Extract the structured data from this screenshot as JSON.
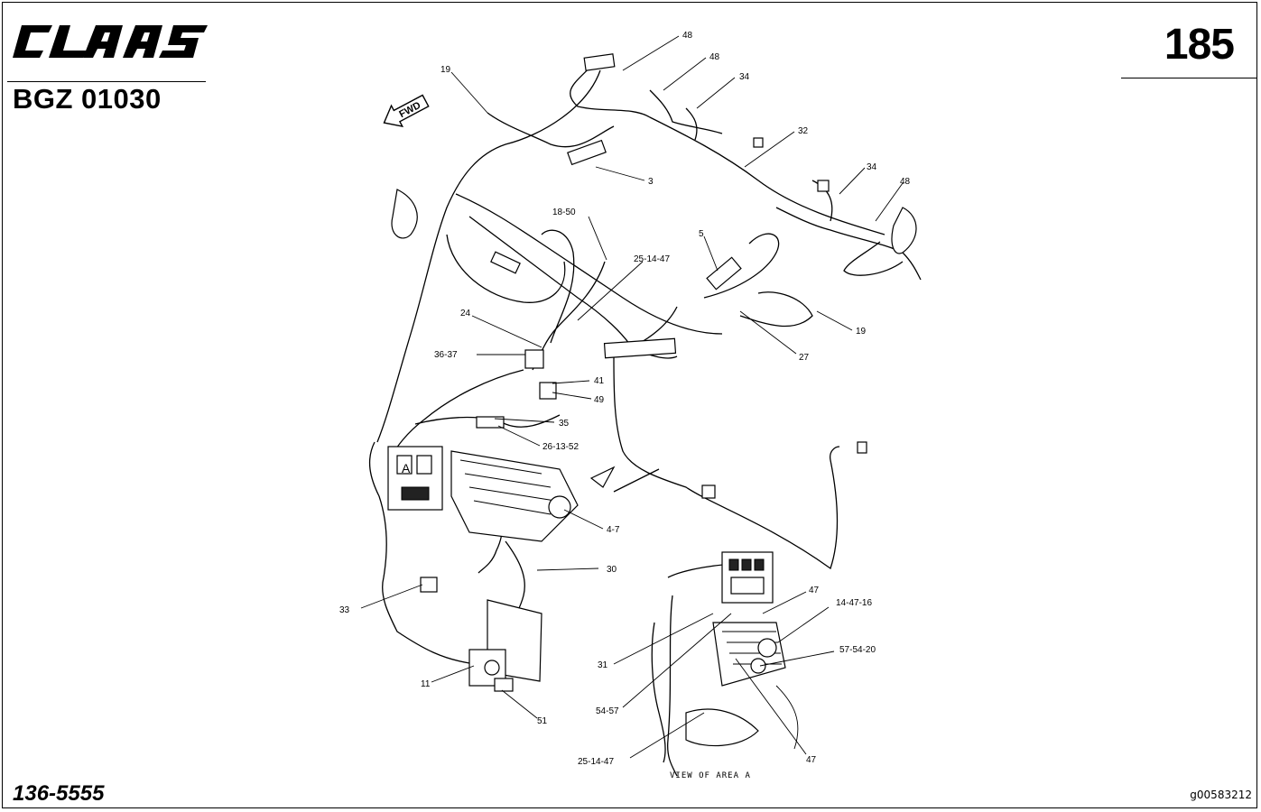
{
  "header": {
    "brand": "CLAAS",
    "doc_code": "BGZ 01030",
    "page_number": "185"
  },
  "footer": {
    "part_number": "136-5555",
    "image_id": "g00583212"
  },
  "diagram": {
    "direction_label": "FWD",
    "view_caption": "VIEW OF AREA A",
    "area_marker": "A",
    "callouts": [
      "48",
      "48",
      "34",
      "19",
      "32",
      "3",
      "34",
      "48",
      "18-50",
      "25-14-47",
      "5",
      "24",
      "19",
      "27",
      "36-37",
      "41",
      "49",
      "35",
      "26-13-52",
      "4-7",
      "30",
      "33",
      "11",
      "51",
      "47",
      "14-47-16",
      "31",
      "57-54-20",
      "54-57",
      "47",
      "25-14-47"
    ]
  }
}
